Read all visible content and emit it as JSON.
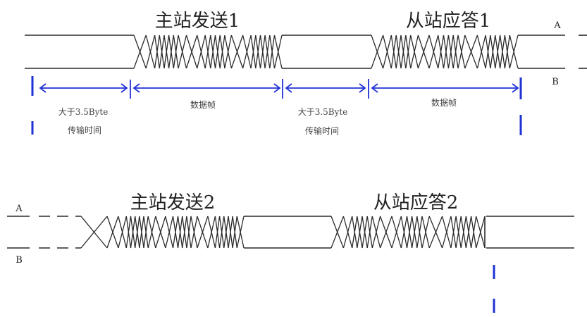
{
  "colors": {
    "background": "#ffffff",
    "line": "#2a2a2a",
    "marker": "#1f32d6",
    "label": "#222222",
    "note": "#444444"
  },
  "top_timing": {
    "master_title": "主站发送1",
    "slave_title": "从站应答1",
    "line_a": "A",
    "line_b": "B",
    "idle_gap_1": {
      "line1": "大于3.5Byte",
      "line2": "传输时间"
    },
    "data_frame_1": "数据帧",
    "idle_gap_2": {
      "line1": "大于3.5Byte",
      "line2": "传输时间"
    },
    "data_frame_2": "数据帧"
  },
  "bottom_timing": {
    "master_title": "主站发送2",
    "slave_title": "从站应答2",
    "line_a": "A",
    "line_b": "B"
  }
}
